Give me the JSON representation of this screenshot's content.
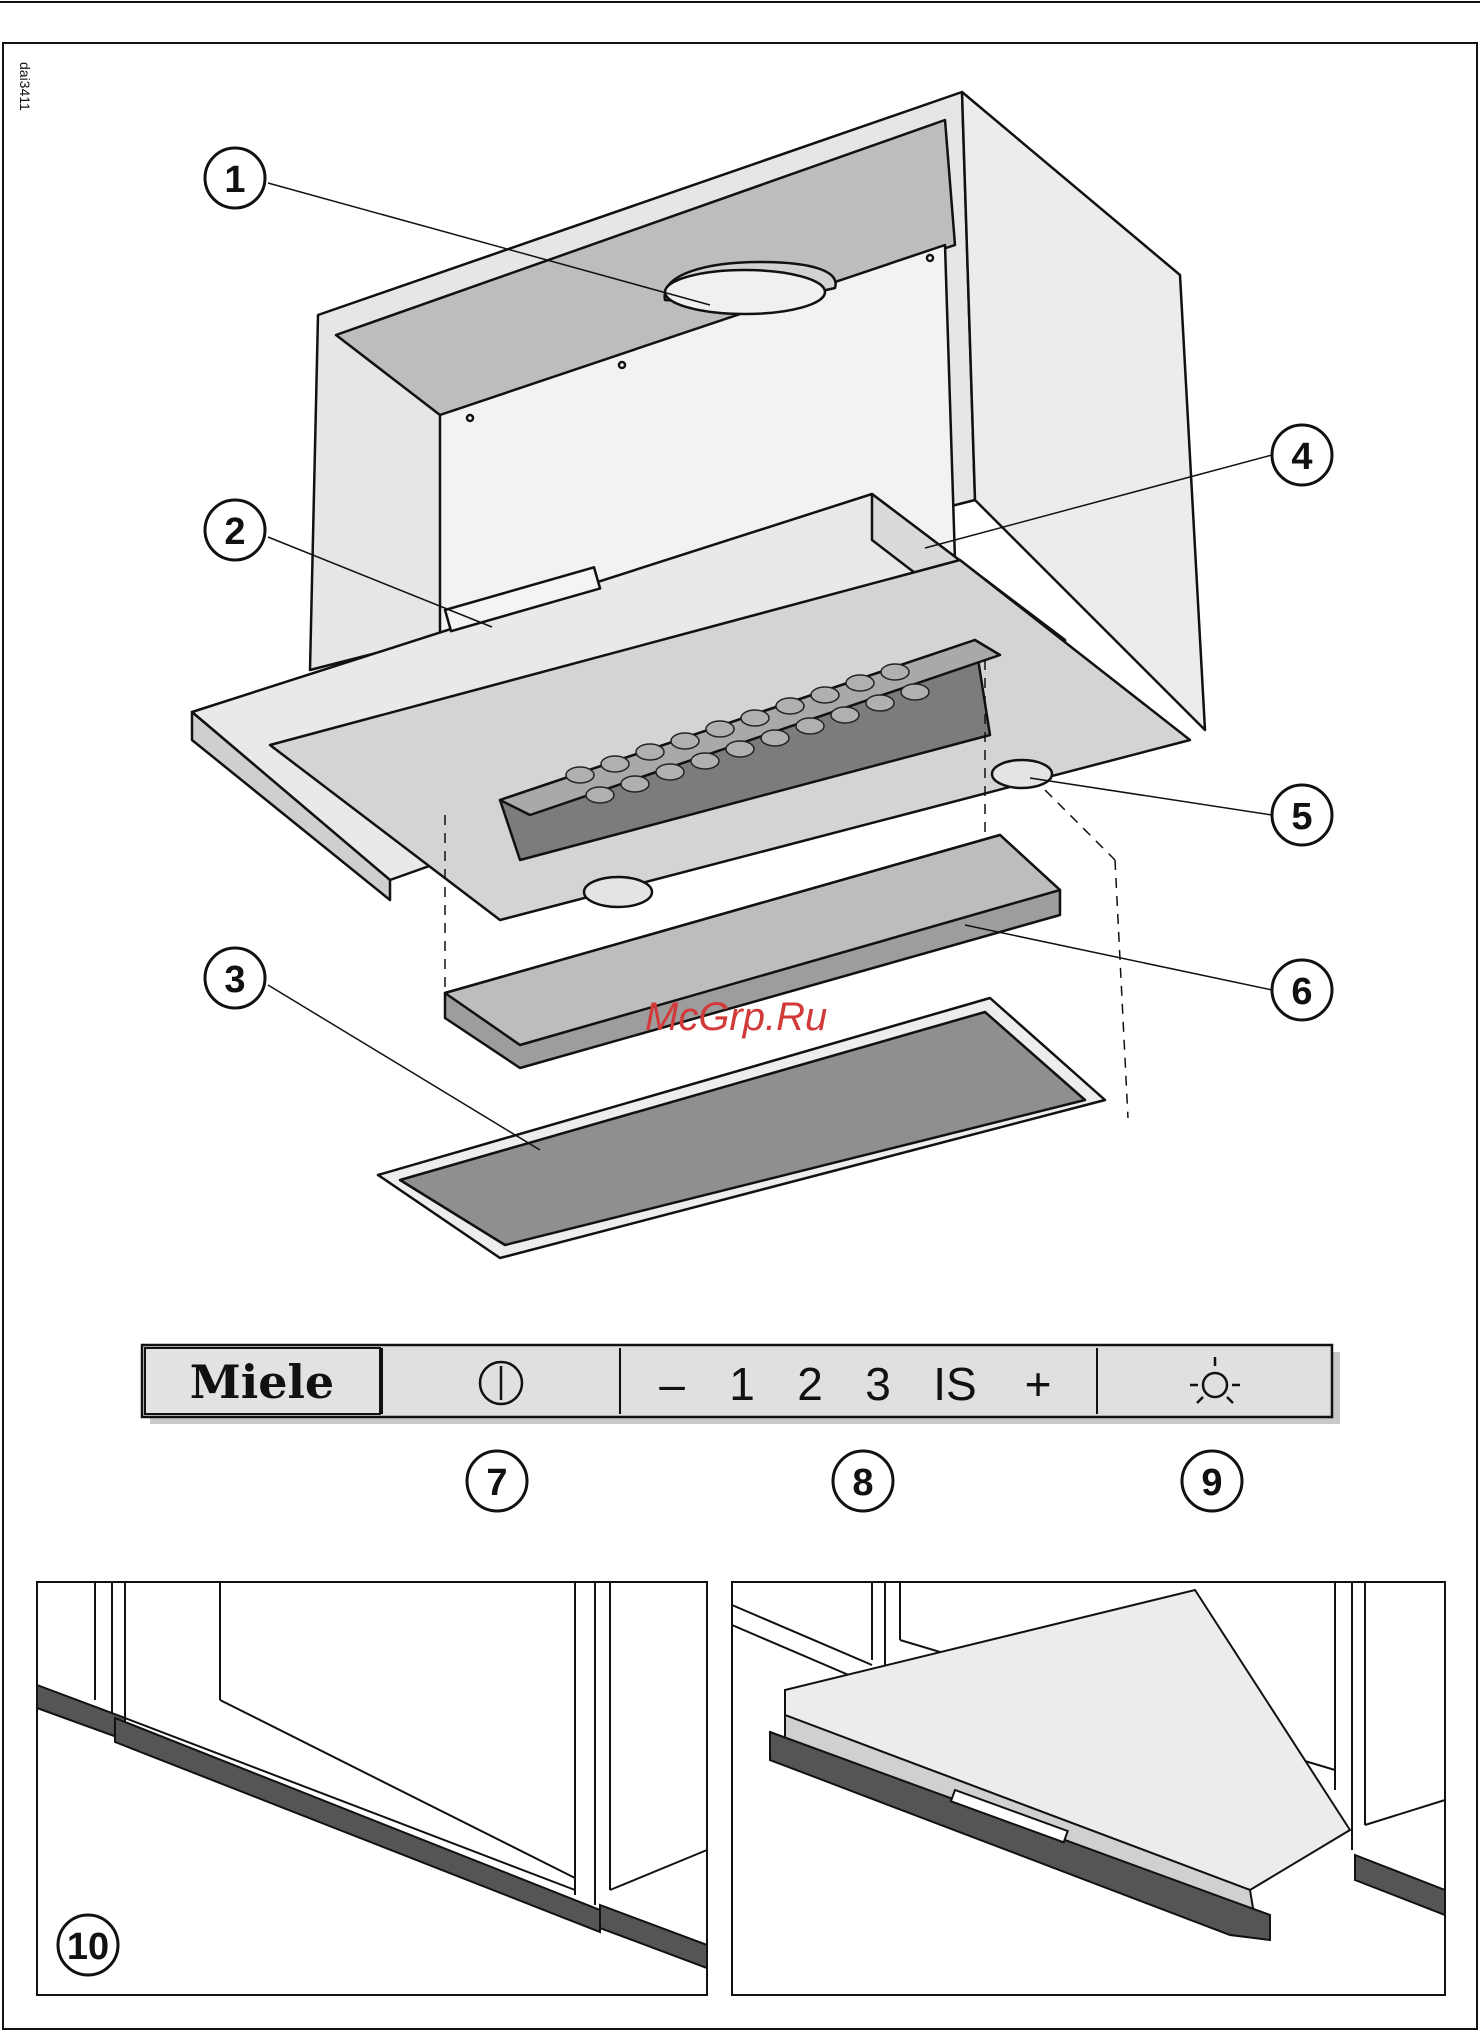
{
  "drawing_code": "dai3411",
  "watermark": "McGrp.Ru",
  "callouts": [
    "1",
    "2",
    "3",
    "4",
    "5",
    "6",
    "7",
    "8",
    "9",
    "10"
  ],
  "control_panel": {
    "brand": "Miele",
    "power_symbol": "power-icon",
    "fan_minus": "–",
    "fan_level_1": "1",
    "fan_level_2": "2",
    "fan_level_3": "3",
    "fan_intensive": "IS",
    "fan_plus": "+",
    "light_symbol": "light-icon"
  },
  "colors": {
    "line": "#111111",
    "housing": "#e8e8e8",
    "housing_dark": "#b8b8b8",
    "filter": "#8a8a8a",
    "panel": "#dcdcdc",
    "trim": "#555555",
    "watermark": "#d23a3a"
  }
}
